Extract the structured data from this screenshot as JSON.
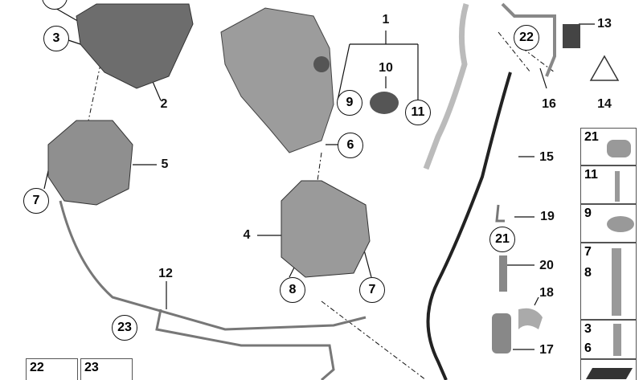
{
  "callouts": {
    "c1": "1",
    "c2": "2",
    "c3": "3",
    "c4": "4",
    "c5": "5",
    "c6": "6",
    "c7a": "7",
    "c7b": "7",
    "c8": "8",
    "c9": "9",
    "c10": "10",
    "c11": "11",
    "c12": "12",
    "c13": "13",
    "c14": "14",
    "c15": "15",
    "c16": "16",
    "c17": "17",
    "c18": "18",
    "c19": "19",
    "c20": "20",
    "c21": "21",
    "c22": "22",
    "c23": "23"
  },
  "parts_panel": {
    "items": [
      {
        "labels": [
          "21"
        ]
      },
      {
        "labels": [
          "11"
        ]
      },
      {
        "labels": [
          "9"
        ]
      },
      {
        "labels": [
          "7",
          "8"
        ]
      },
      {
        "labels": [
          "3",
          "6"
        ]
      }
    ]
  },
  "bottom_panel": {
    "items": [
      {
        "label": "22"
      },
      {
        "label": "23"
      }
    ]
  },
  "colors": {
    "part": "#9a9a9a",
    "part_dark": "#5e5e5e",
    "line": "#111111",
    "hose": "#222222"
  }
}
